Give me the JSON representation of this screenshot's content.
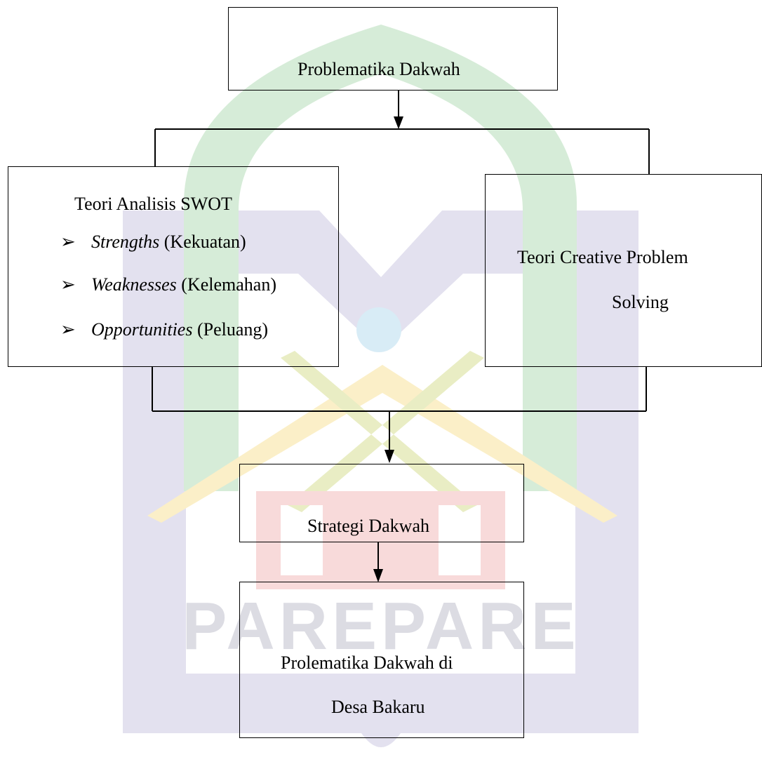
{
  "nodes": {
    "top": {
      "label": "Problematika Dakwah"
    },
    "swot": {
      "title": "Teori Analisis SWOT",
      "items": [
        {
          "term": "Strengths",
          "gloss": "(Kekuatan)"
        },
        {
          "term": "Weaknesses",
          "gloss": "(Kelemahan)"
        },
        {
          "term": "Opportunities",
          "gloss": "(Peluang)"
        }
      ]
    },
    "cps": {
      "line1": "Teori Creative Problem",
      "line2": "Solving"
    },
    "strategy": {
      "label": "Strategi Dakwah"
    },
    "bottom": {
      "line1": "Prolematika Dakwah di",
      "line2": "Desa Bakaru"
    }
  },
  "watermark": {
    "text": "PAREPARE",
    "colors": {
      "green": "#d6ecd8",
      "lavender": "#e3e1ef",
      "yellow": "#fbefc8",
      "red": "#f8dada",
      "blue": "#d8ecf6"
    }
  },
  "icons": {
    "bullet": "arrow-bullet-icon"
  }
}
